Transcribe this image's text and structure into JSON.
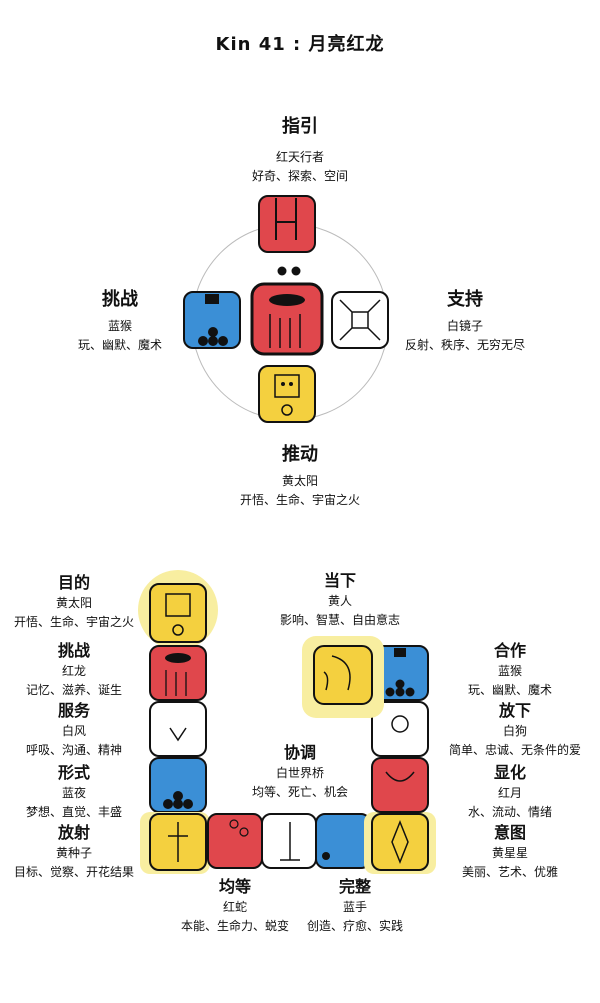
{
  "page_title": "Kin 41 : 月亮红龙",
  "oracle": {
    "guide": {
      "heading": "指引",
      "name": "红天行者",
      "keywords": "好奇、探索、空间"
    },
    "challenge": {
      "heading": "挑战",
      "name": "蓝猴",
      "keywords": "玩、幽默、魔术"
    },
    "support": {
      "heading": "支持",
      "name": "白镜子",
      "keywords": "反射、秩序、无穷无尽"
    },
    "occult": {
      "heading": "推动",
      "name": "黄太阳",
      "keywords": "开悟、生命、宇宙之火"
    }
  },
  "wavespell": {
    "left_column": [
      {
        "heading": "目的",
        "name": "黄太阳",
        "keywords": "开悟、生命、宇宙之火"
      },
      {
        "heading": "挑战",
        "name": "红龙",
        "keywords": "记忆、滋养、诞生"
      },
      {
        "heading": "服务",
        "name": "白风",
        "keywords": "呼吸、沟通、精神"
      },
      {
        "heading": "形式",
        "name": "蓝夜",
        "keywords": "梦想、直觉、丰盛"
      },
      {
        "heading": "放射",
        "name": "黄种子",
        "keywords": "目标、觉察、开花结果"
      }
    ],
    "present": {
      "heading": "当下",
      "name": "黄人",
      "keywords": "影响、智慧、自由意志"
    },
    "right_column": [
      {
        "heading": "合作",
        "name": "蓝猴",
        "keywords": "玩、幽默、魔术"
      },
      {
        "heading": "放下",
        "name": "白狗",
        "keywords": "简单、忠诚、无条件的爱"
      },
      {
        "heading": "显化",
        "name": "红月",
        "keywords": "水、流动、情绪"
      },
      {
        "heading": "意图",
        "name": "黄星星",
        "keywords": "美丽、艺术、优雅"
      }
    ],
    "harmonize": {
      "heading": "协调",
      "name": "白世界桥",
      "keywords": "均等、死亡、机会"
    },
    "balance": {
      "heading": "均等",
      "name": "红蛇",
      "keywords": "本能、生命力、蜕变"
    },
    "complete": {
      "heading": "完整",
      "name": "蓝手",
      "keywords": "创造、疗愈、实践"
    }
  },
  "colors": {
    "red": "#e0474c",
    "blue": "#3b8fd6",
    "yellow": "#f4d03f",
    "white": "#ffffff",
    "highlight": "#f8eea0",
    "ink": "#111111"
  },
  "glyph_icons": {
    "guide": "red-skywalker-glyph-icon",
    "challenge": "blue-monkey-glyph-icon",
    "support": "white-mirror-glyph-icon",
    "occult": "yellow-sun-glyph-icon",
    "center": "red-dragon-glyph-icon"
  }
}
